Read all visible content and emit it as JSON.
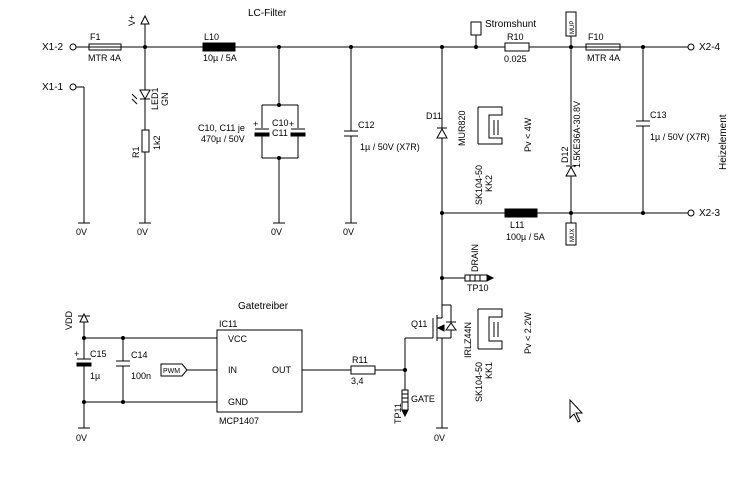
{
  "title": "LC-Filter",
  "labels": {
    "stromshunt": "Stromshunt",
    "gatetreiber": "Gatetreiber",
    "heizelement": "Heizelement",
    "x1_2": "X1-2",
    "x1_1": "X1-1",
    "x2_4": "X2-4",
    "x2_3": "X2-3",
    "vplus": "V+",
    "vdd": "VDD",
    "gnd": "0V",
    "pwm": "PWM",
    "mup": "MUP",
    "mux": "MUX",
    "gate": "GATE",
    "drain": "DRAIN"
  },
  "components": {
    "f1": {
      "ref": "F1",
      "value": "MTR 4A"
    },
    "f10": {
      "ref": "F10",
      "value": "MTR 4A"
    },
    "l10": {
      "ref": "L10",
      "value": "10µ / 5A"
    },
    "l11": {
      "ref": "L11",
      "value": "100µ / 5A"
    },
    "led1": {
      "ref": "LED1",
      "value": "GN"
    },
    "r1": {
      "ref": "R1",
      "value": "1k2"
    },
    "c10": {
      "ref": "C10",
      "note": "C10, C11 je",
      "value": "470µ / 50V"
    },
    "c11": {
      "ref": "C11"
    },
    "c12": {
      "ref": "C12",
      "value": "1µ / 50V (X7R)"
    },
    "c13": {
      "ref": "C13",
      "value": "1µ / 50V (X7R)"
    },
    "d11": {
      "ref": "D11",
      "value": "MUR820"
    },
    "d12": {
      "ref": "D12",
      "value": "1.5KE36A-30.8V"
    },
    "r10": {
      "ref": "R10",
      "value": "0.025"
    },
    "kk2": {
      "ref": "KK2",
      "value": "SK104-50",
      "power": "Pv < 4W"
    },
    "kk1": {
      "ref": "KK1",
      "value": "SK104-50",
      "power": "Pv < 2.2W"
    },
    "q11": {
      "ref": "Q11",
      "value": "IRLZ44N"
    },
    "tp10": {
      "ref": "TP10"
    },
    "tp11": {
      "ref": "TP11"
    },
    "ic11": {
      "ref": "IC11",
      "value": "MCP1407",
      "pins": {
        "vcc": "VCC",
        "in": "IN",
        "out": "OUT",
        "gnd": "GND"
      }
    },
    "c15": {
      "ref": "C15",
      "value": "1µ"
    },
    "c14": {
      "ref": "C14",
      "value": "100n"
    },
    "r11": {
      "ref": "R11",
      "value": "3,4"
    }
  }
}
